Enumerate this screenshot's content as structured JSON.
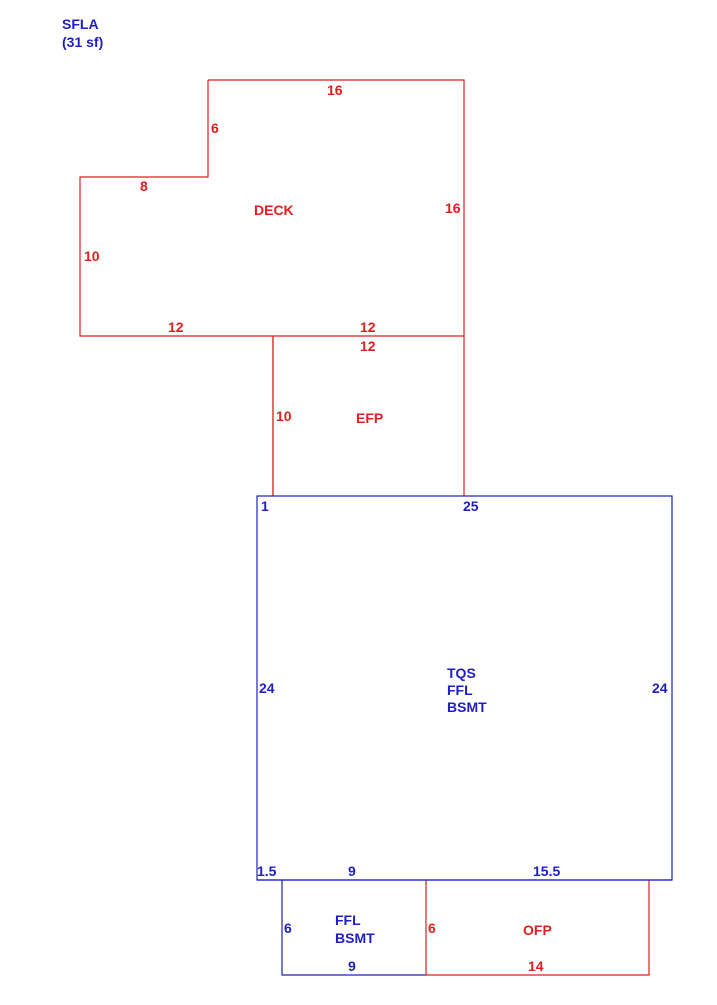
{
  "summary": {
    "title": "SFLA",
    "area": "(31 sf)"
  },
  "colors": {
    "red": "#dd1f1f",
    "blue": "#1f1fbf"
  },
  "areas": {
    "deck": {
      "name": "DECK",
      "dims": {
        "top": "16",
        "notch_side": "6",
        "notch_top": "8",
        "right": "16",
        "left": "10",
        "bottom_left": "12",
        "bottom_right": "12"
      }
    },
    "efp": {
      "name": "EFP",
      "dims": {
        "top": "12",
        "left": "10"
      }
    },
    "main": {
      "name_line1": "TQS",
      "name_line2": "FFL",
      "name_line3": "BSMT",
      "dims": {
        "top_left": "1",
        "top_right": "25",
        "left": "24",
        "right": "24",
        "bottom_left": "1.5",
        "bottom_mid": "9",
        "bottom_right": "15.5"
      }
    },
    "lower_bsmt": {
      "name_line1": "FFL",
      "name_line2": "BSMT",
      "dims": {
        "left": "6",
        "bottom": "9"
      }
    },
    "ofp": {
      "name": "OFP",
      "dims": {
        "left": "6",
        "bottom": "14"
      }
    }
  }
}
